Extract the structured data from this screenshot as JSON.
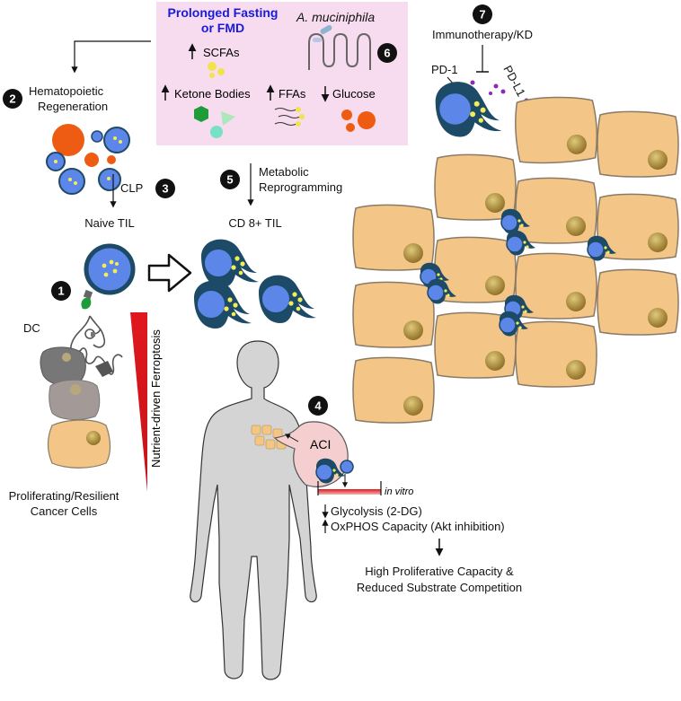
{
  "fasting_box": {
    "title": "Prolonged Fasting or FMD",
    "title_line1": "Prolonged Fasting",
    "title_line2": "or FMD",
    "bacterium": "A. muciniphila",
    "scfas": "SCFAs",
    "ketone": "Ketone Bodies",
    "ffas": "FFAs",
    "glucose": "Glucose",
    "step": "6"
  },
  "hematopoietic": {
    "step": "2",
    "line1": "Hematopoietic",
    "line2": "Regeneration"
  },
  "clp": {
    "step": "3",
    "label": "CLP"
  },
  "naive_til": "Naive TIL",
  "metabolic": {
    "step": "5",
    "line1": "Metabolic",
    "line2": "Reprogramming"
  },
  "cd8_til": "CD 8+ TIL",
  "immunotherapy": {
    "step": "7",
    "label": "Immunotherapy/KD",
    "pd1": "PD-1",
    "pdl1": "PD-L1"
  },
  "dc": {
    "step": "1",
    "label": "DC"
  },
  "ferroptosis": "Nutrient-driven Ferroptosis",
  "cancer": {
    "line1": "Proliferating/Resilient",
    "line2": "Cancer Cells"
  },
  "aci": {
    "step": "4",
    "label": "ACI",
    "in_vitro": "in vitro"
  },
  "outcomes": {
    "glycolysis": "Glycolysis (2-DG)",
    "oxphos": "OxPHOS Capacity (Akt inhibition)",
    "result_line1": "High Proliferative Capacity &",
    "result_line2": "Reduced Substrate Competition"
  },
  "colors": {
    "fasting_bg": "#f7dcef",
    "title_blue": "#1a1adb",
    "tumor_cell": "#f3c687",
    "tumor_nucleus": "#a88a3a",
    "tcell_body": "#1d4a66",
    "tcell_nucleus": "#5c86e8",
    "granule": "#f1ee5a",
    "orange": "#ee5c14",
    "green": "#1f9c3a",
    "ferroptosis_red": "#e0181e",
    "pdl1_purple": "#8a2bb5",
    "human_silhouette": "#d4d4d4"
  }
}
